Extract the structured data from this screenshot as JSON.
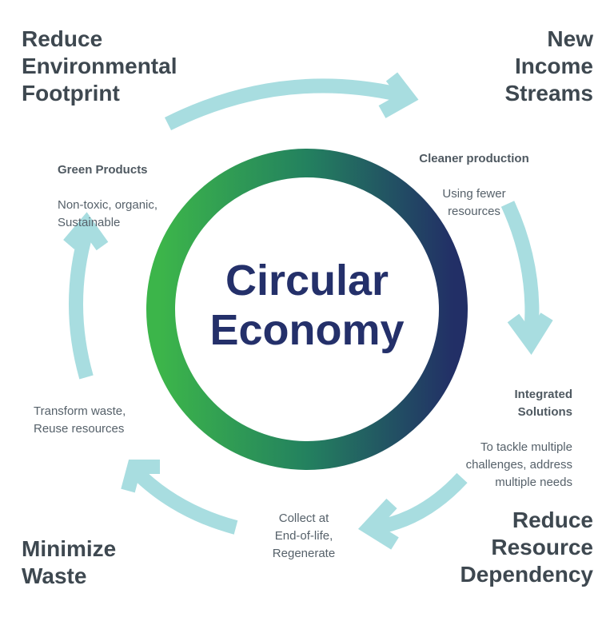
{
  "title": "Circular Economy",
  "colors": {
    "ring_start": "#3cb54a",
    "ring_end": "#222f66",
    "arrow": "#a8dde0",
    "title": "#24306a"
  },
  "headings": {
    "top_left": "Reduce\nEnvironmental\nFootprint",
    "top_right": "New\nIncome\nStreams",
    "bottom_right": "Reduce\nResource\nDependency",
    "bottom_left": "Minimize\nWaste"
  },
  "notes": {
    "green_products": {
      "title": "Green Products",
      "body": "Non-toxic, organic,\nSustainable"
    },
    "cleaner_production": {
      "title": "Cleaner production",
      "body": "Using fewer\nresources"
    },
    "integrated_solutions": {
      "title": "Integrated\nSolutions",
      "body": "To tackle multiple\nchallenges, address\nmultiple needs"
    },
    "collect": {
      "body": "Collect at\nEnd-of-life,\nRegenerate"
    },
    "transform": {
      "body": "Transform waste,\nReuse resources"
    }
  }
}
